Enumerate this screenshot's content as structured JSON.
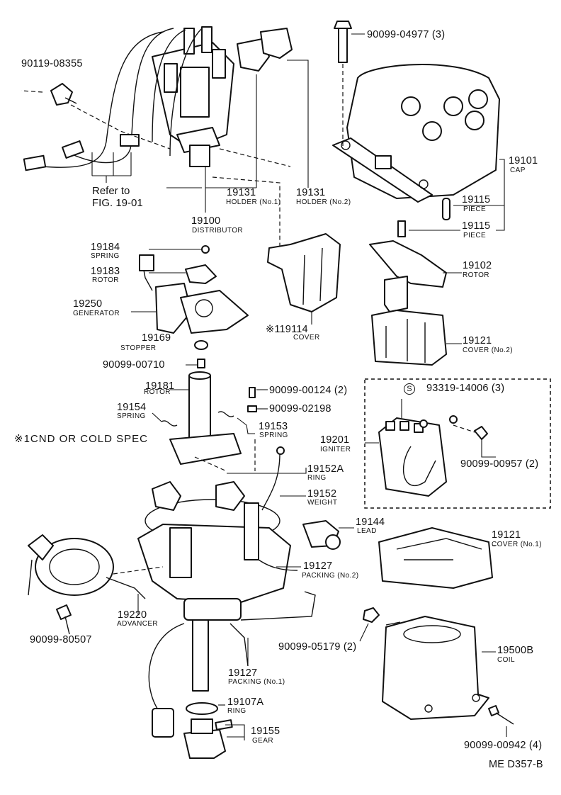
{
  "callouts": {
    "p90119": {
      "num": "90119-08355"
    },
    "p90099_04977": {
      "num": "90099-04977 (3)"
    },
    "p19101": {
      "num": "19101",
      "name": "CAP"
    },
    "p19115a": {
      "num": "19115",
      "name": "PIECE"
    },
    "p19115b": {
      "num": "19115",
      "name": "PIECE"
    },
    "p19131a": {
      "num": "19131",
      "name": "HOLDER (No.1)"
    },
    "p19131b": {
      "num": "19131",
      "name": "HOLDER (No.2)"
    },
    "p19100": {
      "num": "19100",
      "name": "DISTRIBUTOR"
    },
    "refer": {
      "line1": "Refer to",
      "line2": "FIG. 19-01"
    },
    "p19184": {
      "num": "19184",
      "name": "SPRING"
    },
    "p19183": {
      "num": "19183",
      "name": "ROTOR"
    },
    "p19250": {
      "num": "19250",
      "name": "GENERATOR"
    },
    "p19169": {
      "num": "19169",
      "name": "STOPPER"
    },
    "p90099_00710": {
      "num": "90099-00710"
    },
    "p19114": {
      "num": "※119114",
      "name": "COVER"
    },
    "p19102": {
      "num": "19102",
      "name": "ROTOR"
    },
    "p19121b": {
      "num": "19121",
      "name": "COVER (No.2)"
    },
    "p19181": {
      "num": "19181",
      "name": "ROTOR"
    },
    "p90099_00124": {
      "num": "90099-00124 (2)"
    },
    "p90099_02198": {
      "num": "90099-02198"
    },
    "p19154": {
      "num": "19154",
      "name": "SPRING"
    },
    "p19153": {
      "num": "19153",
      "name": "SPRING"
    },
    "spec": {
      "text": "※1CND OR COLD SPEC"
    },
    "p93319": {
      "mark": "S",
      "num": "93319-14006 (3)"
    },
    "p19201": {
      "num": "19201",
      "name": "IGNITER"
    },
    "p90099_00957": {
      "num": "90099-00957 (2)"
    },
    "p19152a": {
      "num": "19152A",
      "name": "RING"
    },
    "p19152": {
      "num": "19152",
      "name": "WEIGHT"
    },
    "p19144": {
      "num": "19144",
      "name": "LEAD"
    },
    "p19121a": {
      "num": "19121",
      "name": "COVER (No.1)"
    },
    "p19127b": {
      "num": "19127",
      "name": "PACKING (No.2)"
    },
    "p19220": {
      "num": "19220",
      "name": "ADVANCER"
    },
    "p90099_80507": {
      "num": "90099-80507"
    },
    "p90099_05179": {
      "num": "90099-05179 (2)"
    },
    "p19500b": {
      "num": "19500B",
      "name": "COIL"
    },
    "p19127a": {
      "num": "19127",
      "name": "PACKING (No.1)"
    },
    "p19107a": {
      "num": "19107A",
      "name": "RING"
    },
    "p19155": {
      "num": "19155",
      "name": "GEAR"
    },
    "p90099_00942": {
      "num": "90099-00942 (4)"
    }
  },
  "footer": {
    "code": "ME  D357-B"
  }
}
